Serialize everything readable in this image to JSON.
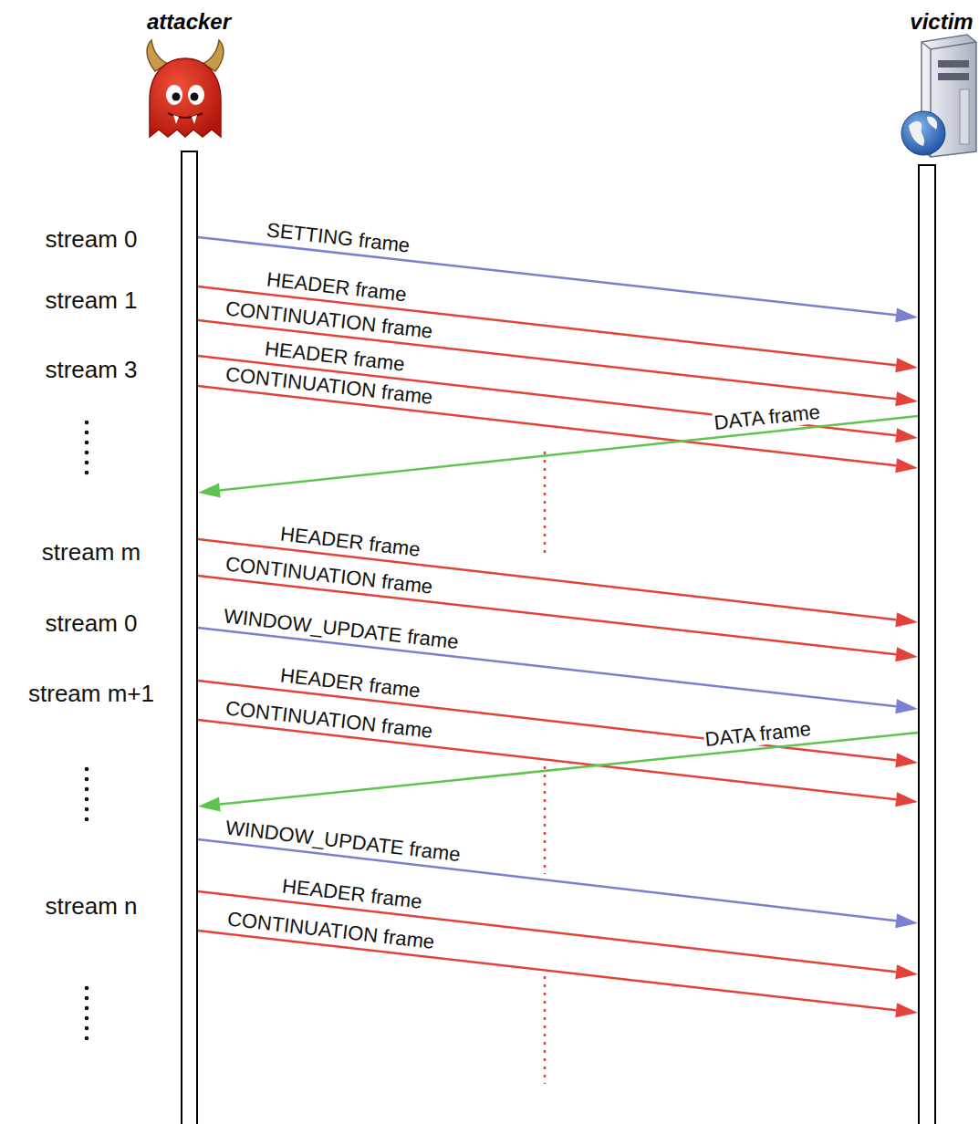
{
  "diagram": {
    "nodes": [
      {
        "text": [
          "attacker"
        ]
      },
      {
        "text": [
          "victim"
        ]
      }
    ],
    "edges": [
      {
        "from": 0,
        "to": 1,
        "arrow": "to",
        "label": "SETTING frame"
      },
      {
        "from": 0,
        "to": 1,
        "arrow": "to",
        "label": "HEADER frame"
      },
      {
        "from": 0,
        "to": 1,
        "arrow": "to",
        "label": "CONTINUATION frame"
      },
      {
        "from": 0,
        "to": 1,
        "arrow": "to",
        "label": "HEADER frame"
      },
      {
        "from": 0,
        "to": 1,
        "arrow": "to",
        "label": "CONTINUATION frame"
      },
      {
        "from": 1,
        "to": 0,
        "arrow": "to",
        "label": "DATA frame"
      },
      {
        "from": 0,
        "to": 1,
        "arrow": "to",
        "label": "HEADER frame"
      },
      {
        "from": 0,
        "to": 1,
        "arrow": "to",
        "label": "CONTINUATION frame"
      },
      {
        "from": 0,
        "to": 1,
        "arrow": "to",
        "label": "WINDOW_UPDATE frame"
      },
      {
        "from": 0,
        "to": 1,
        "arrow": "to",
        "label": "HEADER frame"
      },
      {
        "from": 0,
        "to": 1,
        "arrow": "to",
        "label": "CONTINUATION frame"
      },
      {
        "from": 1,
        "to": 0,
        "arrow": "to",
        "label": "DATA frame"
      },
      {
        "from": 0,
        "to": 1,
        "arrow": "to",
        "label": "WINDOW_UPDATE frame"
      },
      {
        "from": 0,
        "to": 1,
        "arrow": "to",
        "label": "HEADER frame"
      },
      {
        "from": 0,
        "to": 1,
        "arrow": "to",
        "label": "CONTINUATION frame"
      }
    ],
    "labels": [
      "stream 0",
      "stream 1",
      "stream 3",
      "stream m",
      "stream 0",
      "stream m+1",
      "stream n"
    ]
  }
}
